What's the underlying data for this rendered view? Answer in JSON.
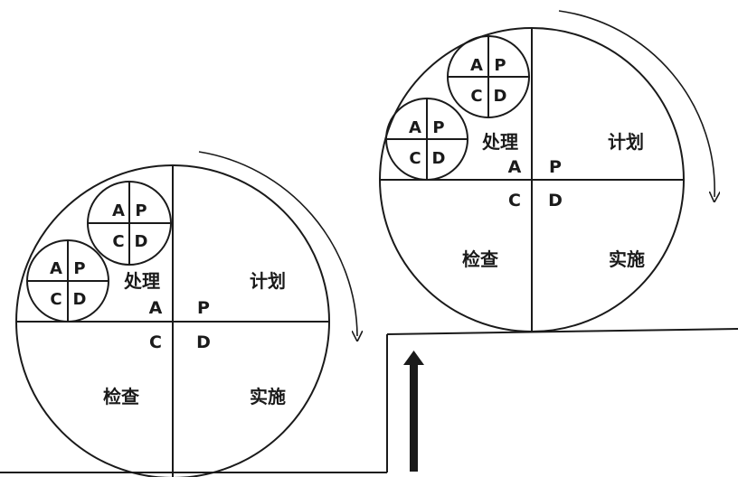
{
  "left_cycle": {
    "quadrants": {
      "top_left": "处理",
      "top_right": "计划",
      "bottom_left": "检查",
      "bottom_right": "实施"
    },
    "center": {
      "a": "A",
      "p": "P",
      "c": "C",
      "d": "D"
    },
    "small_cycle_1": {
      "a": "A",
      "p": "P",
      "c": "C",
      "d": "D"
    },
    "small_cycle_2": {
      "a": "A",
      "p": "P",
      "c": "C",
      "d": "D"
    }
  },
  "right_cycle": {
    "quadrants": {
      "top_left": "处理",
      "top_right": "计划",
      "bottom_left": "检查",
      "bottom_right": "实施"
    },
    "center": {
      "a": "A",
      "p": "P",
      "c": "C",
      "d": "D"
    },
    "small_cycle_1": {
      "a": "A",
      "p": "P",
      "c": "C",
      "d": "D"
    },
    "small_cycle_2": {
      "a": "A",
      "p": "P",
      "c": "C",
      "d": "D"
    }
  },
  "colors": {
    "stroke": "#1a1a1a",
    "background": "#ffffff"
  }
}
